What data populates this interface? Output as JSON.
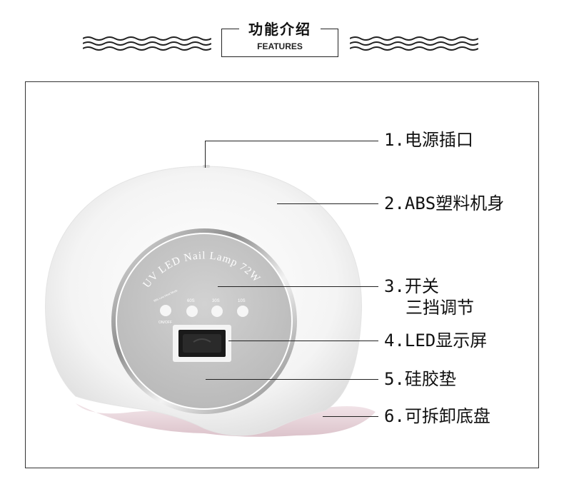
{
  "header": {
    "title_cn": "功能介绍",
    "title_en": "FEATURES"
  },
  "device": {
    "panel_text": "UV LED Nail Lamp 72W",
    "buttons": [
      {
        "label": "99S Low Heat Mode"
      },
      {
        "label": "60S"
      },
      {
        "label": "30S"
      },
      {
        "label": "10S"
      }
    ],
    "power_label": "ON/OFF"
  },
  "features": [
    {
      "line1": "1.电源插口"
    },
    {
      "line1": "2.ABS塑料机身"
    },
    {
      "line1": "3.开关",
      "line2": "三挡调节"
    },
    {
      "line1": "4.LED显示屏"
    },
    {
      "line1": "5.硅胶垫"
    },
    {
      "line1": "6.可拆卸底盘"
    }
  ],
  "colors": {
    "body_white": "#f7f7f7",
    "panel_gray": "#c7c7c7",
    "chrome_ring": "#9a9a9a",
    "base_pink": "#e9d6dc",
    "text": "#111111"
  }
}
